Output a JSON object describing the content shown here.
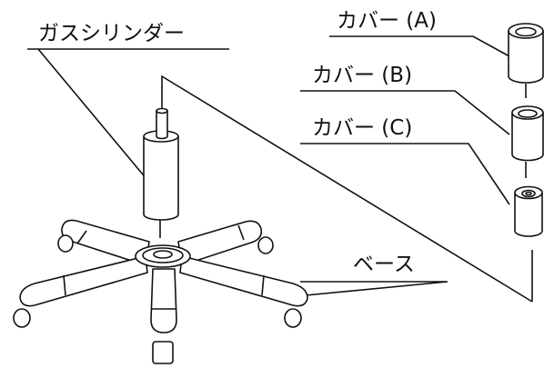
{
  "labels": {
    "gas_cylinder": "ガスシリンダー",
    "cover_a": "カバー (A)",
    "cover_b": "カバー (B)",
    "cover_c": "カバー (C)",
    "base": "ベース"
  },
  "colors": {
    "line": "#111111",
    "background": "#ffffff"
  }
}
